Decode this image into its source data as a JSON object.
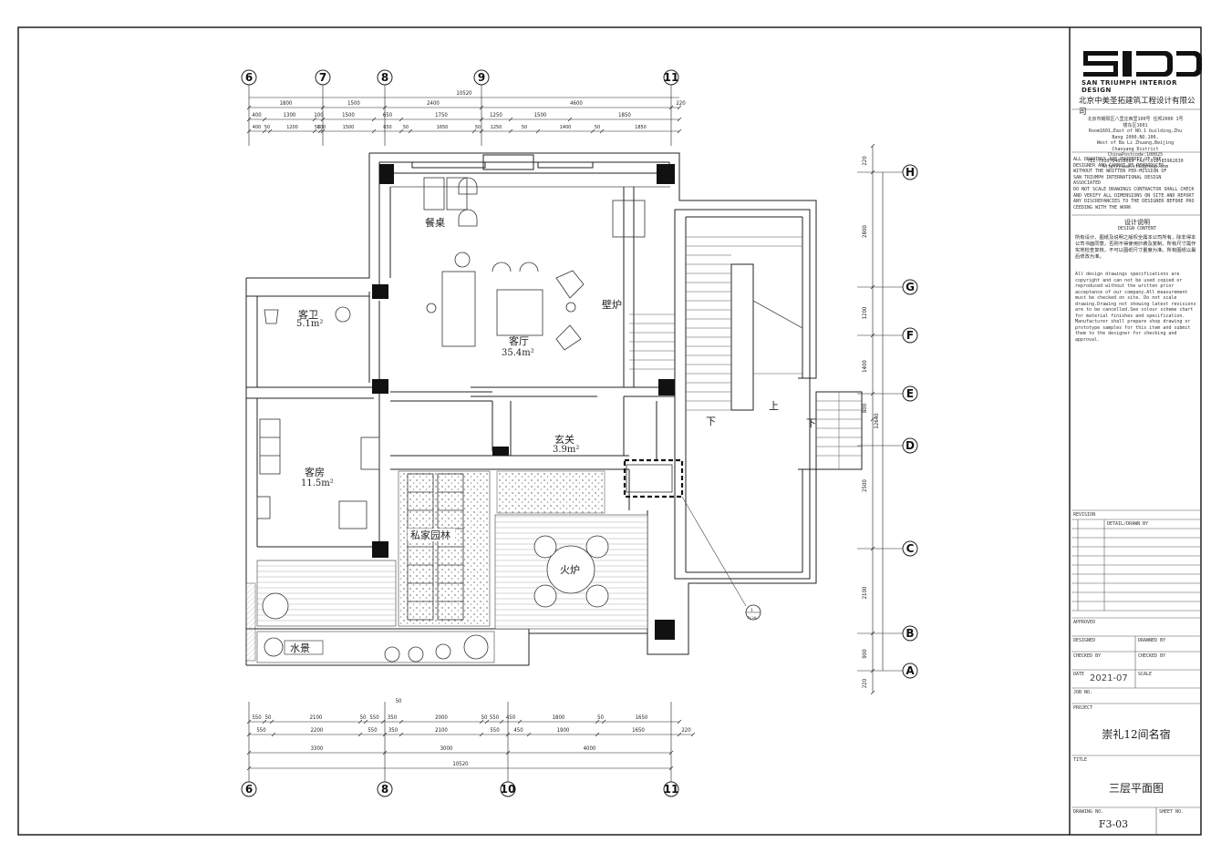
{
  "company": {
    "logo_text": "SAN TRIUMPH INTERIOR DESIGN",
    "name_cn": "北京中美圣拓建筑工程设计有限公司",
    "address_cn": "北京市朝阳区八里庄西里100号 住邦2000 1号楼东区1601",
    "address_en1": "Room1601,East of NO.1 building,Zhu Bang 2000,NO.100,",
    "address_en2": "West of Ba Li Zhuang,Beijing Chaoyang District",
    "address_en3": "ChinaPostcode:100025",
    "phone": "TEL:(010)64058689   FAX:(010)85962630",
    "web": "http://www.stidgroup.com"
  },
  "notice": {
    "text1": "ALL DRAWINGS ARE PROPERTY OF THE DESIGNER AND CANNOT BE REPRODUCED WITHOUT THE WRITTEN PER-MISSION OF SAN TRIUMPH INTERNATIONAL DESIGN ASSOCIATED",
    "text2": "DO NOT SCALE DRAWINGS CONTRACTOR SHALL CHECK AND VERIFY ALL DIMENSIONS ON SITE AND REPORT ANY DISCREPANCIES TO THE DESIGNER BEFORE PRO      CEEDING WITH THE WORK"
  },
  "design_content": {
    "title_cn": "设计说明",
    "title_en": "DESIGN CONTENT",
    "body_cn": "所有设计、图纸及说明之版权全属本公司所有，除非得本公司书面同意，否则不得使用抄袭及复制。所有尺寸需作实地检查复核，不可以图纸尺寸量度为准。所有图纸以最后修改为准。",
    "body_en": "All design drawings specifications are copyright and can not be used copied or reproduced without the written prior acceptance of our company.All measurement must be checked on site. Do not scale drawing.Drawing not showing latest revisions are to be cancelled.See colour scheme chart for material finishes and specification. Manufacturer shall prepare shop drawing or prototype samples for this item and submit them to the designer for checking and approval."
  },
  "fields": {
    "revision": "REVISION",
    "details": "DETAIL/DRAWN BY",
    "approved": "APPROVED",
    "designed": "DESIGNED",
    "drawn_by": "DRAWNED BY",
    "checked_by": "CHECKED BY",
    "checked_by2": "CHECKED BY",
    "date": "DATE",
    "date_value": "2021-07",
    "scale": "SCALE",
    "job_no": "JOB NO.",
    "project": "PROJECT",
    "project_value": "崇礼12间名宿",
    "title": "TITLE",
    "title_value": "三层平面图",
    "drawing_no": "DRAWING NO.",
    "drawing_no_value": "F3-03",
    "sheet_no": "SHEET NO."
  },
  "rooms": {
    "dining": "餐桌",
    "bath": "客卫",
    "bath_area": "5.1m²",
    "living": "客厅",
    "living_area": "35.4m²",
    "fireplace": "壁炉",
    "foyer": "玄关",
    "foyer_area": "3.9m²",
    "guest": "客房",
    "guest_area": "11.5m²",
    "garden": "私家园林",
    "firepit": "火炉",
    "water": "水景",
    "down1": "下",
    "up": "上",
    "down2": "下"
  },
  "axes": {
    "top": [
      "6",
      "7",
      "8",
      "9",
      "11"
    ],
    "bottom": [
      "6",
      "8",
      "10",
      "11"
    ],
    "right": [
      "H",
      "G",
      "F",
      "E",
      "D",
      "C",
      "B",
      "A"
    ]
  },
  "dims_top": {
    "total": "10520",
    "row1": [
      "1800",
      "1500",
      "2400",
      "4600",
      "220"
    ],
    "row2": [
      "400",
      "1300",
      "100",
      "1500",
      "650",
      "1750",
      "1250",
      "1500",
      "1850"
    ],
    "row3": [
      "400",
      "50",
      "1200",
      "50",
      "100",
      "1500",
      "650",
      "50",
      "1650",
      "50",
      "1250",
      "50",
      "1400",
      "50",
      "1850"
    ]
  },
  "dims_bottom": {
    "note": "50",
    "row1": [
      "550",
      "50",
      "2100",
      "50",
      "550",
      "350",
      "2000",
      "50",
      "550",
      "450",
      "1800",
      "50",
      "1650"
    ],
    "row2": [
      "550",
      "2200",
      "550",
      "350",
      "2100",
      "550",
      "450",
      "1900",
      "1650",
      "220"
    ],
    "row3": [
      "3300",
      "3000",
      "4000"
    ],
    "total": "10520"
  },
  "dims_right": {
    "values": [
      "220",
      "2800",
      "1200",
      "1400",
      "800",
      "2500",
      "2100",
      "900",
      "220"
    ],
    "total": "12640"
  },
  "detail_callout": {
    "number": "1",
    "sheet": "D.26"
  }
}
